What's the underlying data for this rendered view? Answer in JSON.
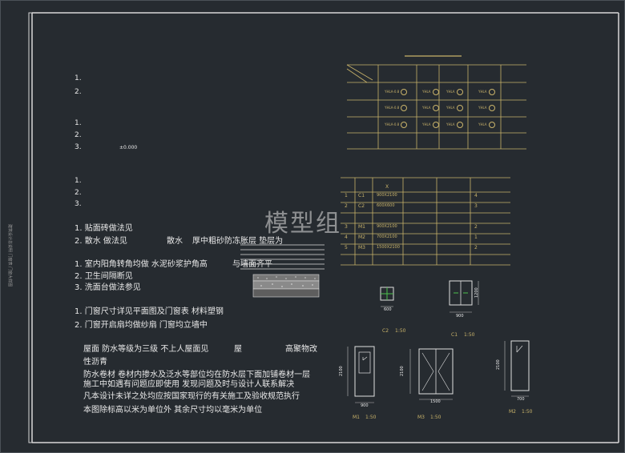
{
  "watermark": "模型组",
  "notes": {
    "n1a": "1.",
    "n1b": "2.",
    "n2a": "1.",
    "n2b": "2.",
    "n2c": "3.",
    "elev": "±0.000",
    "n3a": "1.",
    "n3b": "2.",
    "n3c": "3.",
    "g4_1": "1. 贴面砖做法见",
    "g4_2": "2. 散水 做法见",
    "g4_2b": "散水",
    "g4_2c": "厚中粗砂防冻胀层 垫层为",
    "g5_1": "1. 室内阳角转角均做   水泥砂浆护角高",
    "g5_1b": "与墙面齐平",
    "g5_2": "2. 卫生间隔断见",
    "g5_3": "3. 洗面台做法参见",
    "g6_1": "1. 门窗尺寸详见平面图及门窗表 材料塑钢",
    "g6_2": "2. 门窗开启扇均做纱扇 门窗均立墙中",
    "g7_1": "屋面 防水等级为三级 不上人屋面见",
    "g7_1b": "屋",
    "g7_1c": "高聚物改",
    "g7_2": "性沥青",
    "g7_3": "防水卷材 卷材内掺水及泛水等部位均在防水层下面加铺卷材一层",
    "g7_4": "施工中如遇有问题应即使用 发现问题及时与设计人联系解决",
    "g7_5": "凡本设计未详之处均应按国家现行的有关施工及验收规范执行",
    "g7_6": "本图除标高以米为单位外 其余尺寸均以毫米为单位"
  },
  "door_table": {
    "header_col2": "X",
    "rows": [
      {
        "no": "1",
        "code": "C1",
        "size": "900X2100",
        "qty": "4"
      },
      {
        "no": "2",
        "code": "C2",
        "size": "600X600",
        "qty": "3"
      },
      {
        "no": "3",
        "code": "M1",
        "size": "900X2100",
        "qty": "2"
      },
      {
        "no": "4",
        "code": "M2",
        "size": "700X2100",
        "qty": "1"
      },
      {
        "no": "5",
        "code": "M3",
        "size": "1500X2100",
        "qty": "2"
      }
    ]
  },
  "schedule_cells": [
    [
      "YHLA-0.8",
      "YHLA",
      "YHLA",
      "YHLA"
    ],
    [
      "YHLA-0.8",
      "YHLA",
      "YHLA",
      "YHLA"
    ],
    [
      "YHLA-0.8",
      "YHLA",
      "YHLA",
      "YHLA"
    ]
  ],
  "elevations": {
    "c2": {
      "label": "C2",
      "scale": "1:50",
      "w": "600"
    },
    "c1": {
      "label": "C1",
      "scale": "1:50",
      "w": "900",
      "h": "1200"
    },
    "m1": {
      "label": "M1",
      "scale": "1:50",
      "w": "900",
      "h": "2100"
    },
    "m3": {
      "label": "M3",
      "scale": "1:50",
      "w": "1500",
      "h": "2100"
    },
    "m2": {
      "label": "M2",
      "scale": "1:50",
      "w": "700",
      "h": "2100"
    }
  },
  "side_strip_text": "建筑设计总说明 门窗表 门窗大样图"
}
